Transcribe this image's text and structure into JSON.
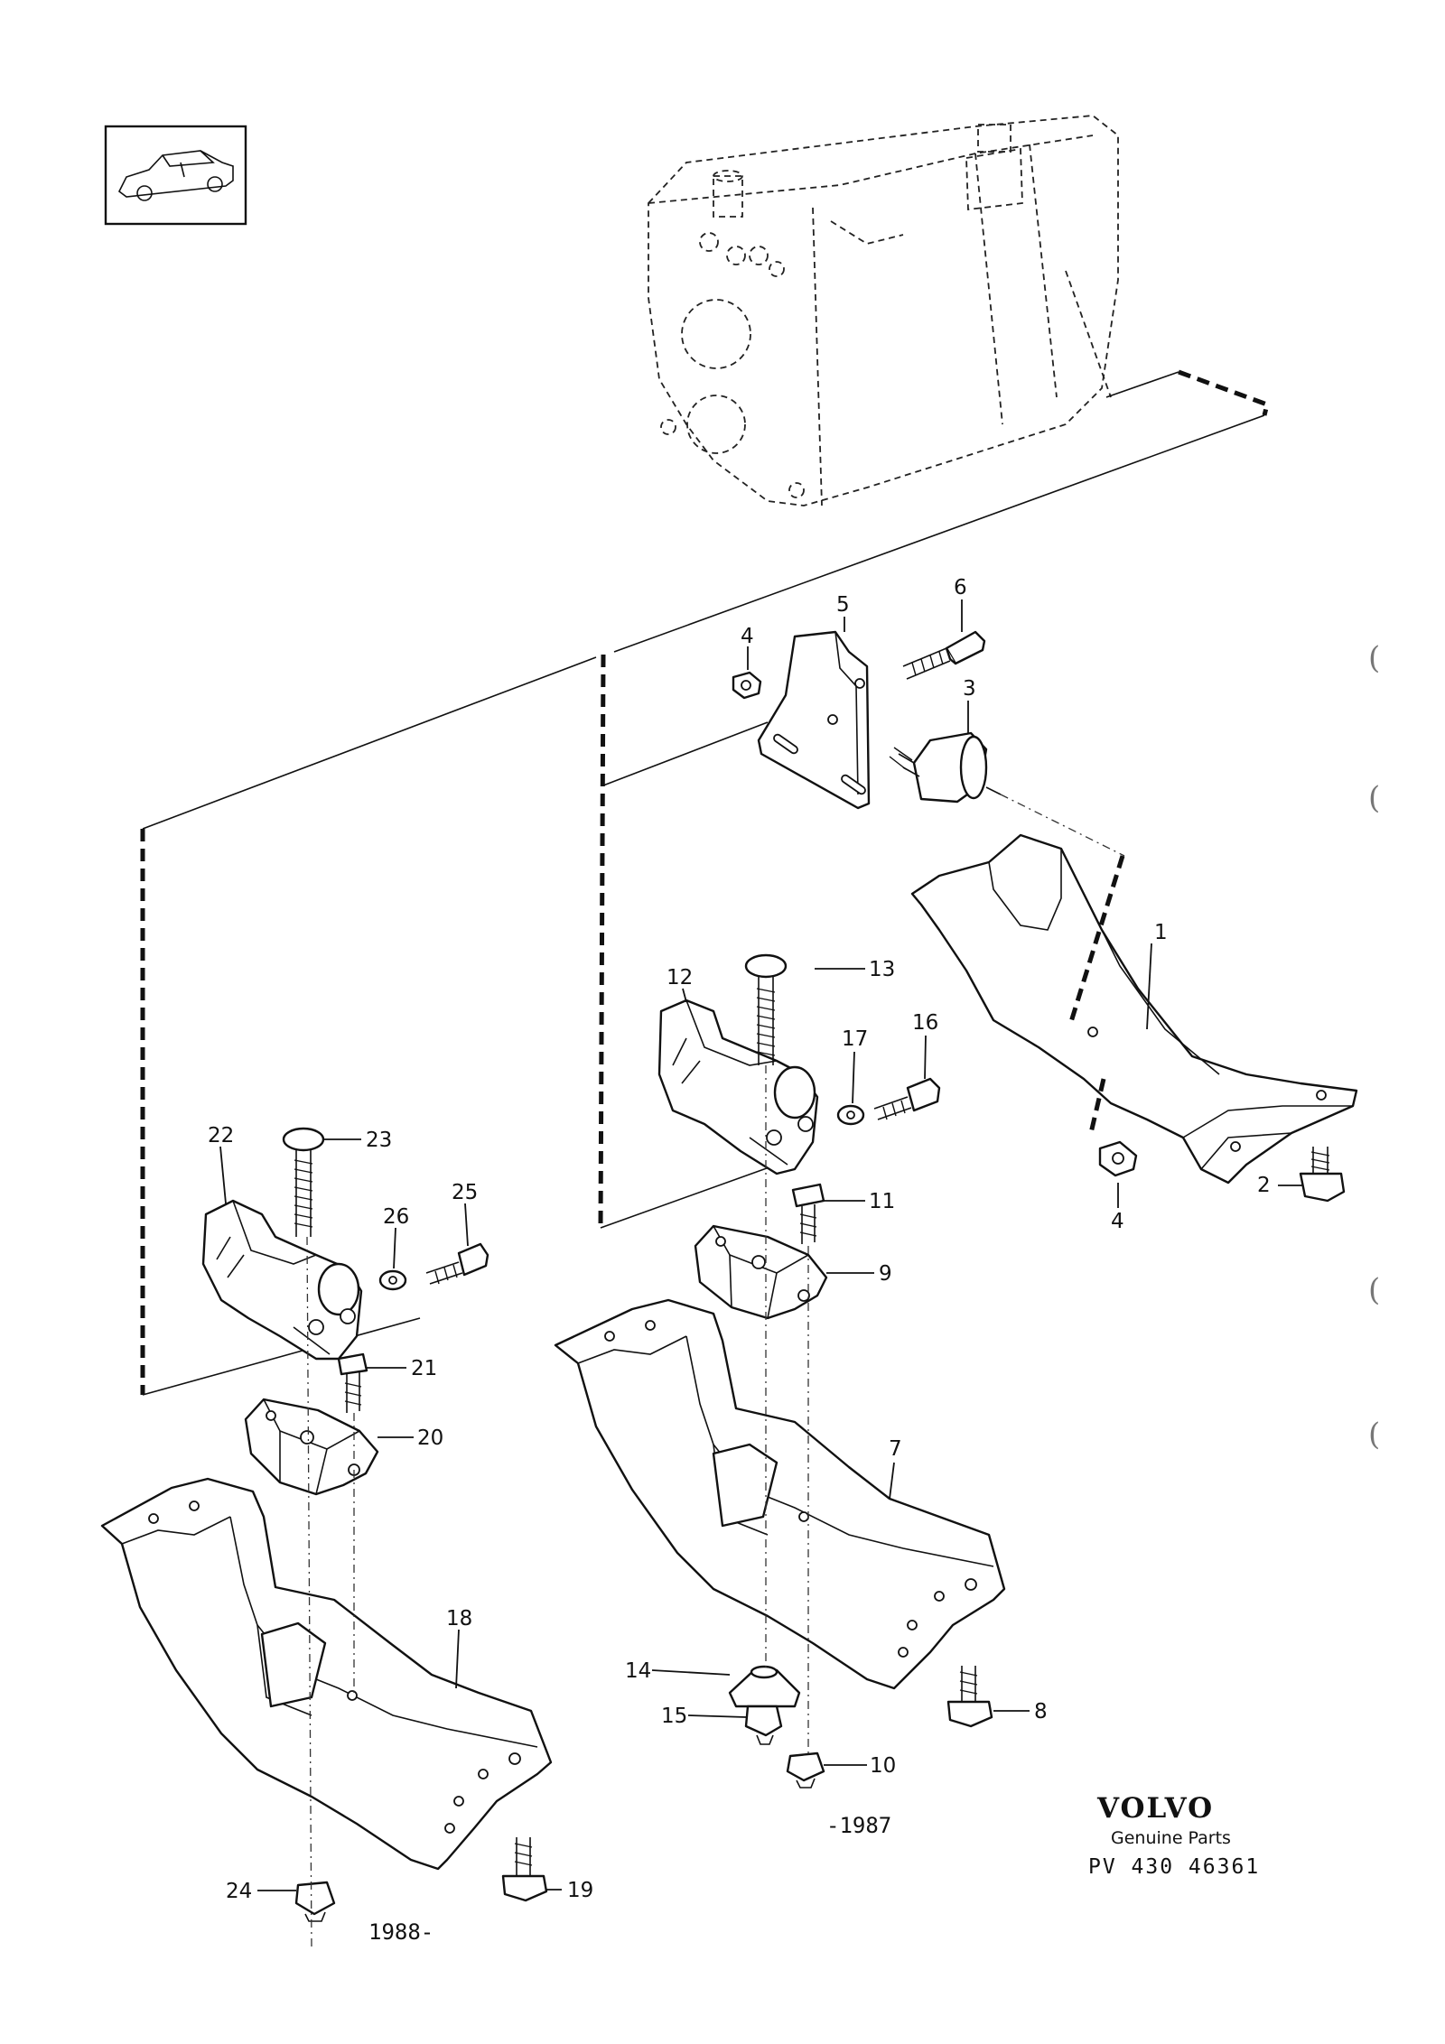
{
  "callouts": {
    "c1": "1",
    "c2": "2",
    "c3": "3",
    "c4a": "4",
    "c4b": "4",
    "c5": "5",
    "c6": "6",
    "c7": "7",
    "c8": "8",
    "c9": "9",
    "c10": "10",
    "c11": "11",
    "c12": "12",
    "c13": "13",
    "c14": "14",
    "c15": "15",
    "c16": "16",
    "c17": "17",
    "c18": "18",
    "c19": "19",
    "c20": "20",
    "c21": "21",
    "c22": "22",
    "c23": "23",
    "c24": "24",
    "c25": "25",
    "c26": "26"
  },
  "notes": {
    "upto_1987": "-1987",
    "from_1988": "1988-"
  },
  "brand": {
    "name": "VOLVO",
    "tagline": "Genuine Parts",
    "reference": "PV 430 46361"
  },
  "margin_marks": [
    "(",
    "(",
    "(",
    "("
  ],
  "icons": {
    "vehicle_thumbnail": "car-sedan-icon"
  }
}
